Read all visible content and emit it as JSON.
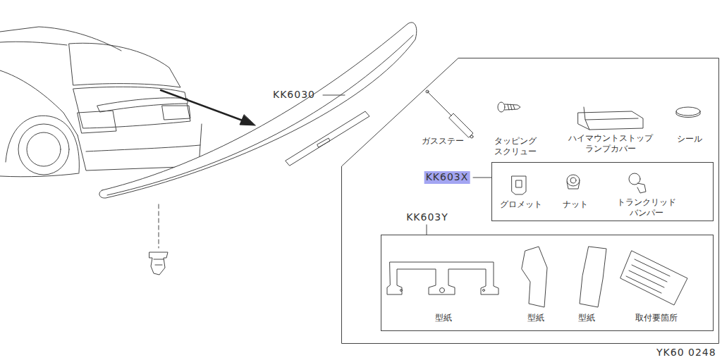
{
  "diagram": {
    "nodes": [
      {
        "text": [
          "ガスステー",
          "タッピング スクリュー",
          "ハイマウントストップ ランプカバー",
          "シール"
        ]
      },
      {
        "text": [
          "KK603X",
          "グロメット",
          "ナット",
          "トランクリッド バンパー"
        ],
        "in": 0
      },
      {
        "text": [
          "KK603Y",
          "型紙",
          "型紙",
          "型紙",
          "取付要箇所"
        ],
        "in": 0
      }
    ],
    "labels": [
      "KK6030",
      "YK60 0248"
    ]
  }
}
